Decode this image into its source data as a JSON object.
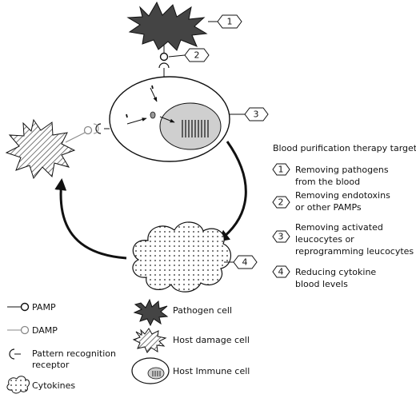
{
  "title": "Blood purification therapy targets:",
  "targets": [
    {
      "num": "1",
      "line1": "Removing pathogens",
      "line2": "from the blood",
      "line3": ""
    },
    {
      "num": "2",
      "line1": "Removing endotoxins",
      "line2": "or other PAMPs",
      "line3": ""
    },
    {
      "num": "3",
      "line1": "Removing activated",
      "line2": "leucocytes or",
      "line3": "reprogramming leucocytes"
    },
    {
      "num": "4",
      "line1": "Reducing cytokine",
      "line2": "blood levels",
      "line3": ""
    }
  ],
  "callouts": [
    "1",
    "2",
    "3",
    "4"
  ],
  "legend": {
    "pamp": "PAMP",
    "damp": "DAMP",
    "prr_line1": "Pattern recognition",
    "prr_line2": "receptor",
    "cytokines": "Cytokines",
    "pathogen": "Pathogen cell",
    "host_damage": "Host damage cell",
    "host_immune": "Host Immune cell"
  },
  "colors": {
    "ink": "#111111",
    "pathogen_fill": "#444444",
    "hatch": "#555555",
    "nucleus": "#cfcfcf",
    "dashed_line": "#888888"
  }
}
